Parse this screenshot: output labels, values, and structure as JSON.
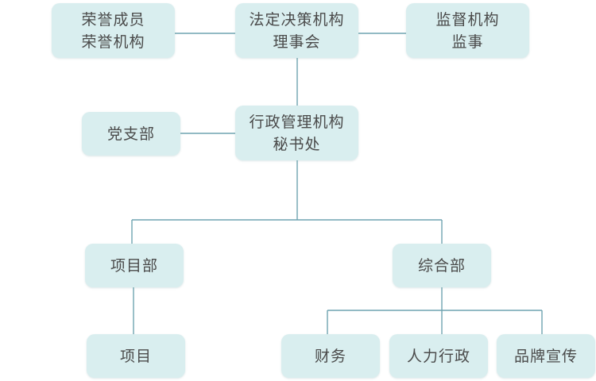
{
  "org_chart": {
    "nodes": {
      "honor": {
        "line1": "荣誉成员",
        "line2": "荣誉机构"
      },
      "decision": {
        "line1": "法定决策机构",
        "line2": "理事会"
      },
      "supervise": {
        "line1": "监督机构",
        "line2": "监事"
      },
      "party": {
        "line1": "党支部"
      },
      "admin": {
        "line1": "行政管理机构",
        "line2": "秘书处"
      },
      "projdept": {
        "line1": "项目部"
      },
      "general": {
        "line1": "综合部"
      },
      "project": {
        "line1": "项目"
      },
      "finance": {
        "line1": "财务"
      },
      "hr": {
        "line1": "人力行政"
      },
      "brand": {
        "line1": "品牌宣传"
      }
    }
  },
  "colors": {
    "node_fill": "#d9eeef",
    "connector": "#6fa4b0",
    "text": "#4a4a4a"
  }
}
